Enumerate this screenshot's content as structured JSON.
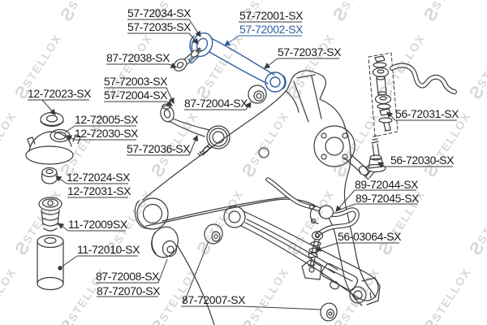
{
  "diagram": {
    "watermark": {
      "text": "STELLOX",
      "color": "#d9d9d9"
    },
    "colors": {
      "line": "#3a3a3a",
      "highlight": "#315f9e",
      "label_text": "#1a1a1a",
      "background": "#ffffff"
    },
    "highlighted_part": "57-72002-SX",
    "labels": [
      {
        "part": "57-72034-SX",
        "highlighted": false
      },
      {
        "part": "57-72035-SX",
        "highlighted": false
      },
      {
        "part": "57-72001-SX",
        "highlighted": false
      },
      {
        "part": "57-72002-SX",
        "highlighted": true
      },
      {
        "part": "87-72038-SX",
        "highlighted": false
      },
      {
        "part": "57-72037-SX",
        "highlighted": false
      },
      {
        "part": "57-72003-SX",
        "highlighted": false
      },
      {
        "part": "57-72004-SX",
        "highlighted": false
      },
      {
        "part": "12-72023-SX",
        "highlighted": false
      },
      {
        "part": "87-72004-SX",
        "highlighted": false
      },
      {
        "part": "12-72005-SX",
        "highlighted": false
      },
      {
        "part": "12-72030-SX",
        "highlighted": false
      },
      {
        "part": "56-72031-SX",
        "highlighted": false
      },
      {
        "part": "57-72036-SX",
        "highlighted": false
      },
      {
        "part": "56-72030-SX",
        "highlighted": false
      },
      {
        "part": "12-72024-SX",
        "highlighted": false
      },
      {
        "part": "12-72031-SX",
        "highlighted": false
      },
      {
        "part": "89-72044-SX",
        "highlighted": false
      },
      {
        "part": "89-72045-SX",
        "highlighted": false
      },
      {
        "part": "11-72009SX",
        "highlighted": false
      },
      {
        "part": "56-03064-SX",
        "highlighted": false
      },
      {
        "part": "11-72010-SX",
        "highlighted": false
      },
      {
        "part": "87-72008-SX",
        "highlighted": false
      },
      {
        "part": "87-72070-SX",
        "highlighted": false
      },
      {
        "part": "87-72007-SX",
        "highlighted": false
      }
    ]
  }
}
